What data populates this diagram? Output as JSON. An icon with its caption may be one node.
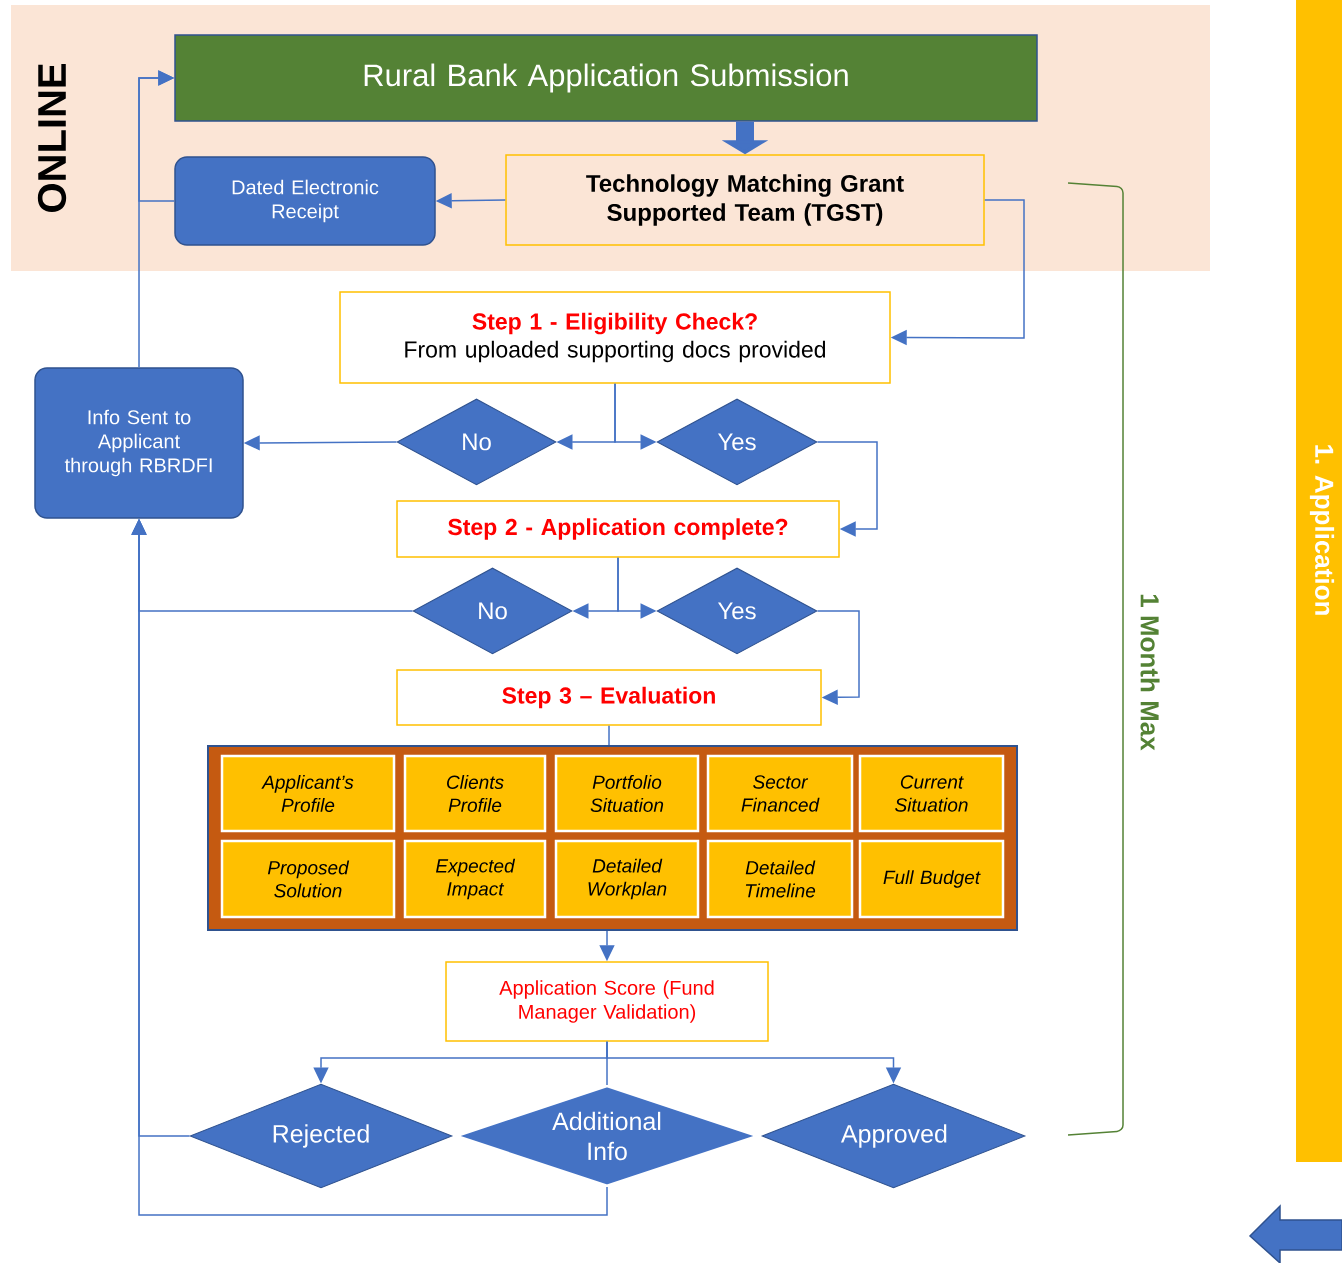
{
  "diagram": {
    "nodes": [
      {
        "text": [
          "ONLINE"
        ]
      },
      {
        "text": [
          "Rural Bank Application Submission"
        ],
        "in": 0
      },
      {
        "text": [
          "Dated Electronic Receipt"
        ],
        "in": 0
      },
      {
        "text": [
          "Technology Matching Grant Supported Team (TGST)"
        ],
        "in": 0
      },
      {
        "text": [
          "Step 1 - Eligibility Check?",
          "From uploaded supporting docs provided"
        ]
      },
      {
        "text": [
          "Info Sent to Applicant through RBRDFI"
        ]
      },
      {
        "text": [
          "No"
        ]
      },
      {
        "text": [
          "Yes"
        ]
      },
      {
        "text": [
          "Step 2 - Application complete?"
        ]
      },
      {
        "text": [
          "No"
        ]
      },
      {
        "text": [
          "Yes"
        ]
      },
      {
        "text": [
          "Step 3 – Evaluation"
        ]
      },
      {
        "text": [],
        "shape": "box"
      },
      {
        "text": [
          "Applicant’s Profile"
        ],
        "in": 12
      },
      {
        "text": [
          "Clients Profile"
        ],
        "in": 12
      },
      {
        "text": [
          "Portfolio Situation"
        ],
        "in": 12
      },
      {
        "text": [
          "Sector Financed"
        ],
        "in": 12
      },
      {
        "text": [
          "Current Situation"
        ],
        "in": 12
      },
      {
        "text": [
          "Proposed Solution"
        ],
        "in": 12
      },
      {
        "text": [
          "Expected Impact"
        ],
        "in": 12
      },
      {
        "text": [
          "Detailed Workplan"
        ],
        "in": 12
      },
      {
        "text": [
          "Detailed Timeline"
        ],
        "in": 12
      },
      {
        "text": [
          "Full Budget"
        ],
        "in": 12
      },
      {
        "text": [
          "Application Score (Fund Manager Validation)"
        ]
      },
      {
        "text": [
          "Rejected"
        ]
      },
      {
        "text": [
          "Additional Info"
        ]
      },
      {
        "text": [
          "Approved"
        ]
      },
      {
        "text": [
          "1. Application"
        ]
      }
    ],
    "edges": [
      {
        "from": 1,
        "to": 3,
        "arrow": "to",
        "style": "thick"
      },
      {
        "from": 3,
        "to": 2,
        "arrow": "to"
      },
      {
        "from": 2,
        "to": 1,
        "arrow": "to"
      },
      {
        "from": 5,
        "to": 1,
        "arrow": "to"
      },
      {
        "from": 3,
        "to": 4,
        "arrow": "to"
      },
      {
        "from": 4,
        "to": 6,
        "arrow": "to"
      },
      {
        "from": 4,
        "to": 7,
        "arrow": "to"
      },
      {
        "from": 6,
        "to": 5,
        "arrow": "to"
      },
      {
        "from": 7,
        "to": 8,
        "arrow": "to"
      },
      {
        "from": 8,
        "to": 9,
        "arrow": "to"
      },
      {
        "from": 8,
        "to": 10,
        "arrow": "to"
      },
      {
        "from": 9,
        "to": 5,
        "arrow": "to"
      },
      {
        "from": 24,
        "to": 5,
        "arrow": "to"
      },
      {
        "from": 25,
        "to": 5,
        "arrow": "to"
      },
      {
        "from": 10,
        "to": 11,
        "arrow": "to"
      },
      {
        "from": 11,
        "to": 12,
        "arrow": "none"
      },
      {
        "from": 12,
        "to": 23,
        "arrow": "to"
      },
      {
        "from": 23,
        "to": 24,
        "arrow": "to"
      },
      {
        "from": 23,
        "to": 25,
        "arrow": "none"
      },
      {
        "from": 23,
        "to": 26,
        "arrow": "to"
      }
    ],
    "labels": [
      "1 Month Max"
    ]
  }
}
